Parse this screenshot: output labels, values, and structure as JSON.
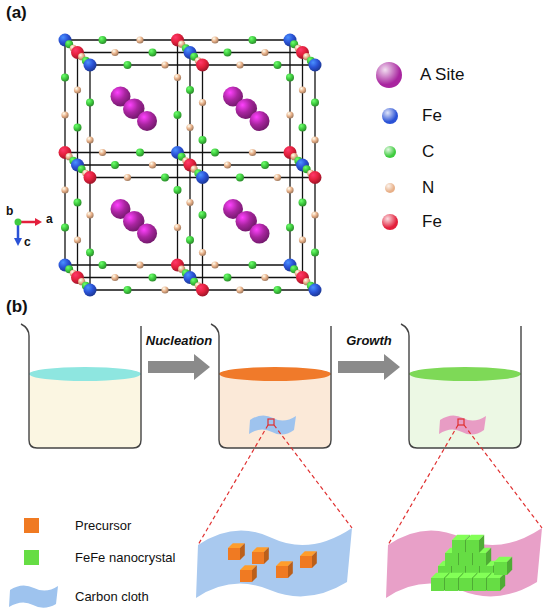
{
  "diagram": {
    "labels": [
      "(a)",
      "a",
      "b",
      "c",
      "(b)",
      "Nucleation",
      "Growth"
    ],
    "legend": [
      {
        "text": "A Site",
        "color": "#a8259f"
      },
      {
        "text": "Fe",
        "color": "#2a52d6"
      },
      {
        "text": "C",
        "color": "#3fcc3f"
      },
      {
        "text": "N",
        "color": "#e8b088"
      },
      {
        "text": "Fe",
        "color": "#e3203c"
      },
      {
        "text": "Precursor",
        "color": "#f07a22"
      },
      {
        "text": "FeFe nanocrystal",
        "color": "#66dd44"
      },
      {
        "text": "Carbon cloth"
      }
    ]
  }
}
